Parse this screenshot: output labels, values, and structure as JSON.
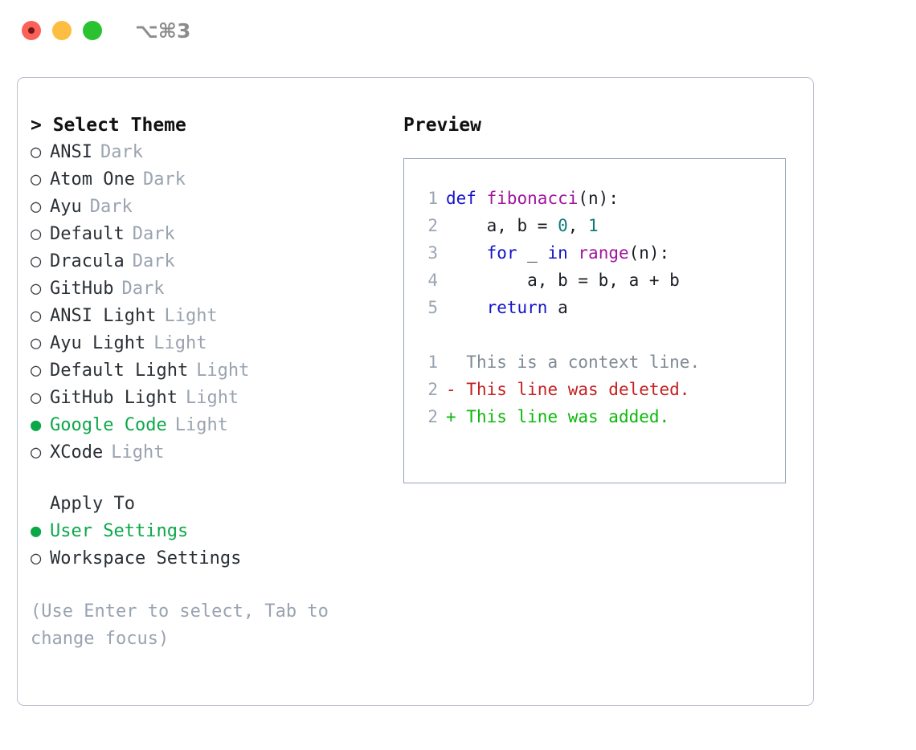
{
  "window": {
    "shortcut_badge": "⌥⌘3",
    "traffic_lights": [
      "close-red",
      "minimize-yellow",
      "maximize-green"
    ]
  },
  "theme_picker": {
    "header": "> Select Theme",
    "items": [
      {
        "bullet": "○",
        "label": "ANSI",
        "tag": "Dark",
        "selected": false
      },
      {
        "bullet": "○",
        "label": "Atom One",
        "tag": "Dark",
        "selected": false
      },
      {
        "bullet": "○",
        "label": "Ayu",
        "tag": "Dark",
        "selected": false
      },
      {
        "bullet": "○",
        "label": "Default",
        "tag": "Dark",
        "selected": false
      },
      {
        "bullet": "○",
        "label": "Dracula",
        "tag": "Dark",
        "selected": false
      },
      {
        "bullet": "○",
        "label": "GitHub",
        "tag": "Dark",
        "selected": false
      },
      {
        "bullet": "○",
        "label": "ANSI Light",
        "tag": "Light",
        "selected": false
      },
      {
        "bullet": "○",
        "label": "Ayu Light",
        "tag": "Light",
        "selected": false
      },
      {
        "bullet": "○",
        "label": "Default Light",
        "tag": "Light",
        "selected": false
      },
      {
        "bullet": "○",
        "label": "GitHub Light",
        "tag": "Light",
        "selected": false
      },
      {
        "bullet": "●",
        "label": "Google Code",
        "tag": "Light",
        "selected": true
      },
      {
        "bullet": "○",
        "label": "XCode",
        "tag": "Light",
        "selected": false
      }
    ]
  },
  "apply_to": {
    "header": "Apply To",
    "items": [
      {
        "bullet": "●",
        "label": "User Settings",
        "selected": true
      },
      {
        "bullet": "○",
        "label": "Workspace Settings",
        "selected": false
      }
    ]
  },
  "hint": "(Use Enter to select, Tab to\nchange focus)",
  "preview": {
    "title": "Preview",
    "code_lines": [
      {
        "num": "1",
        "tokens": [
          {
            "t": "def",
            "c": "kw"
          },
          {
            "t": " ",
            "c": "plain"
          },
          {
            "t": "fibonacci",
            "c": "fn"
          },
          {
            "t": "(n):",
            "c": "plain"
          }
        ]
      },
      {
        "num": "2",
        "tokens": [
          {
            "t": "    a, b = ",
            "c": "plain"
          },
          {
            "t": "0",
            "c": "num"
          },
          {
            "t": ", ",
            "c": "plain"
          },
          {
            "t": "1",
            "c": "num"
          }
        ]
      },
      {
        "num": "3",
        "tokens": [
          {
            "t": "    ",
            "c": "plain"
          },
          {
            "t": "for",
            "c": "kw"
          },
          {
            "t": " _ ",
            "c": "plain"
          },
          {
            "t": "in",
            "c": "kw"
          },
          {
            "t": " ",
            "c": "plain"
          },
          {
            "t": "range",
            "c": "fn"
          },
          {
            "t": "(n):",
            "c": "plain"
          }
        ]
      },
      {
        "num": "4",
        "tokens": [
          {
            "t": "        a, b = b, a + b",
            "c": "plain"
          }
        ]
      },
      {
        "num": "5",
        "tokens": [
          {
            "t": "    ",
            "c": "plain"
          },
          {
            "t": "return",
            "c": "kw"
          },
          {
            "t": " a",
            "c": "plain"
          }
        ]
      }
    ],
    "diff_lines": [
      {
        "num": "1",
        "marker": " ",
        "text": " This is a context line.",
        "kind": "ctx"
      },
      {
        "num": "2",
        "marker": "-",
        "text": " This line was deleted.",
        "kind": "del"
      },
      {
        "num": "2",
        "marker": "+",
        "text": " This line was added.",
        "kind": "add"
      }
    ]
  },
  "colors": {
    "accent_green": "#0ba84a",
    "diff_add": "#0cb80c",
    "diff_del": "#c42020",
    "keyword_blue": "#1414c8",
    "function_purple": "#a0159e",
    "number_teal": "#0d7b7b",
    "muted": "#9aa3b0",
    "border": "#b9c0cc"
  }
}
